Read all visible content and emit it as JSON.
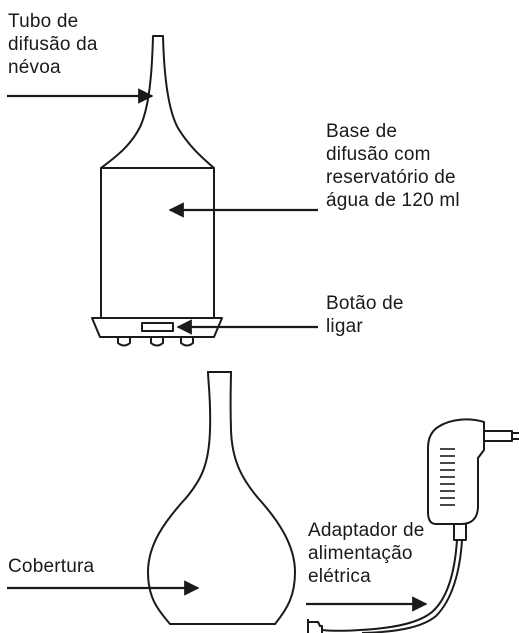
{
  "labels": {
    "mist_tube": [
      "Tubo de",
      "difusão da",
      "névoa"
    ],
    "diffuser_base": [
      "Base de",
      "difusão com",
      "reservatório de",
      "água de 120 ml"
    ],
    "power_button": [
      "Botão de",
      "ligar"
    ],
    "cover": [
      "Cobertura"
    ],
    "power_adapter": [
      "Adaptador de",
      "alimentação",
      "elétrica"
    ]
  },
  "colors": {
    "stroke": "#1a1a1a",
    "background": "#ffffff"
  }
}
